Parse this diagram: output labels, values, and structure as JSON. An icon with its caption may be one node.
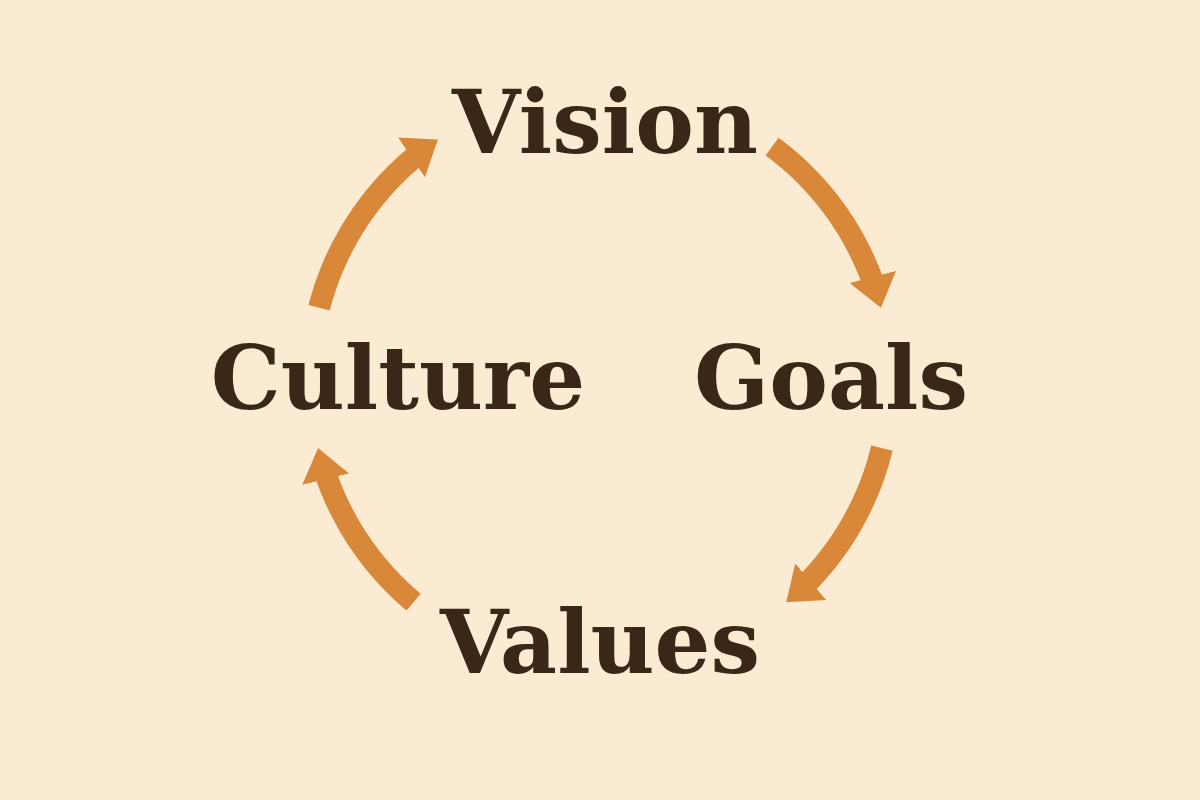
{
  "diagram": {
    "nodes": [
      {
        "text": [
          "Vision"
        ]
      },
      {
        "text": [
          "Culture"
        ]
      },
      {
        "text": [
          "Goals"
        ]
      },
      {
        "text": [
          "Values"
        ]
      }
    ],
    "edges": [
      {
        "from": 0,
        "to": 2,
        "arrow": "to"
      },
      {
        "from": 2,
        "to": 3,
        "arrow": "to"
      },
      {
        "from": 3,
        "to": 1,
        "arrow": "to"
      },
      {
        "from": 1,
        "to": 0,
        "arrow": "to"
      }
    ]
  }
}
